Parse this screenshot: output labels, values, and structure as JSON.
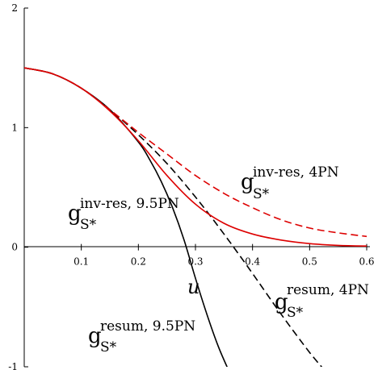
{
  "chart_data": {
    "type": "line",
    "title": "",
    "xlabel": "u",
    "ylabel": "",
    "xlim": [
      0,
      0.6
    ],
    "ylim": [
      -1,
      2
    ],
    "x_ticks": [
      "0.1",
      "0.2",
      "0.3",
      "0.4",
      "0.5",
      "0.6"
    ],
    "y_ticks": [
      "-1",
      "0",
      "1",
      "2"
    ],
    "grid": false,
    "legend": "inline labels",
    "series": [
      {
        "key": "resum_9_5pn",
        "name": "g_{S*}^{resum, 9.5PN}",
        "label": {
          "base": "g",
          "sup": "resum, 9.5PN",
          "sub": "S*"
        },
        "color": "#000000",
        "dash": "solid",
        "x": [
          0.0,
          0.05,
          0.1,
          0.15,
          0.2,
          0.22,
          0.24,
          0.26,
          0.28,
          0.3,
          0.32,
          0.34,
          0.36
        ],
        "y": [
          1.5,
          1.45,
          1.33,
          1.15,
          0.88,
          0.73,
          0.55,
          0.33,
          0.06,
          -0.26,
          -0.56,
          -0.83,
          -1.05
        ]
      },
      {
        "key": "resum_4pn",
        "name": "g_{S*}^{resum, 4PN}",
        "label": {
          "base": "g",
          "sup": "resum, 4PN",
          "sub": "S*"
        },
        "color": "#000000",
        "dash": "dashed",
        "x": [
          0.0,
          0.05,
          0.1,
          0.15,
          0.2,
          0.25,
          0.3,
          0.35,
          0.4,
          0.45,
          0.5,
          0.53
        ],
        "y": [
          1.5,
          1.45,
          1.33,
          1.15,
          0.94,
          0.7,
          0.42,
          0.11,
          -0.22,
          -0.56,
          -0.88,
          -1.05
        ]
      },
      {
        "key": "invres_9_5pn",
        "name": "g_{S*}^{inv-res, 9.5PN}",
        "label": {
          "base": "g",
          "sup": "inv-res, 9.5PN",
          "sub": "S*"
        },
        "color": "#dd0000",
        "dash": "solid",
        "x": [
          0.0,
          0.05,
          0.1,
          0.15,
          0.2,
          0.25,
          0.3,
          0.35,
          0.4,
          0.45,
          0.5,
          0.55,
          0.6
        ],
        "y": [
          1.5,
          1.45,
          1.33,
          1.14,
          0.89,
          0.6,
          0.36,
          0.2,
          0.11,
          0.06,
          0.03,
          0.015,
          0.01
        ]
      },
      {
        "key": "invres_4pn",
        "name": "g_{S*}^{inv-res, 4PN}",
        "label": {
          "base": "g",
          "sup": "inv-res, 4PN",
          "sub": "S*"
        },
        "color": "#dd0000",
        "dash": "dashed",
        "x": [
          0.0,
          0.05,
          0.1,
          0.15,
          0.2,
          0.25,
          0.3,
          0.35,
          0.4,
          0.45,
          0.5,
          0.55,
          0.6
        ],
        "y": [
          1.5,
          1.45,
          1.33,
          1.15,
          0.96,
          0.78,
          0.6,
          0.45,
          0.33,
          0.23,
          0.16,
          0.12,
          0.09
        ]
      }
    ]
  }
}
